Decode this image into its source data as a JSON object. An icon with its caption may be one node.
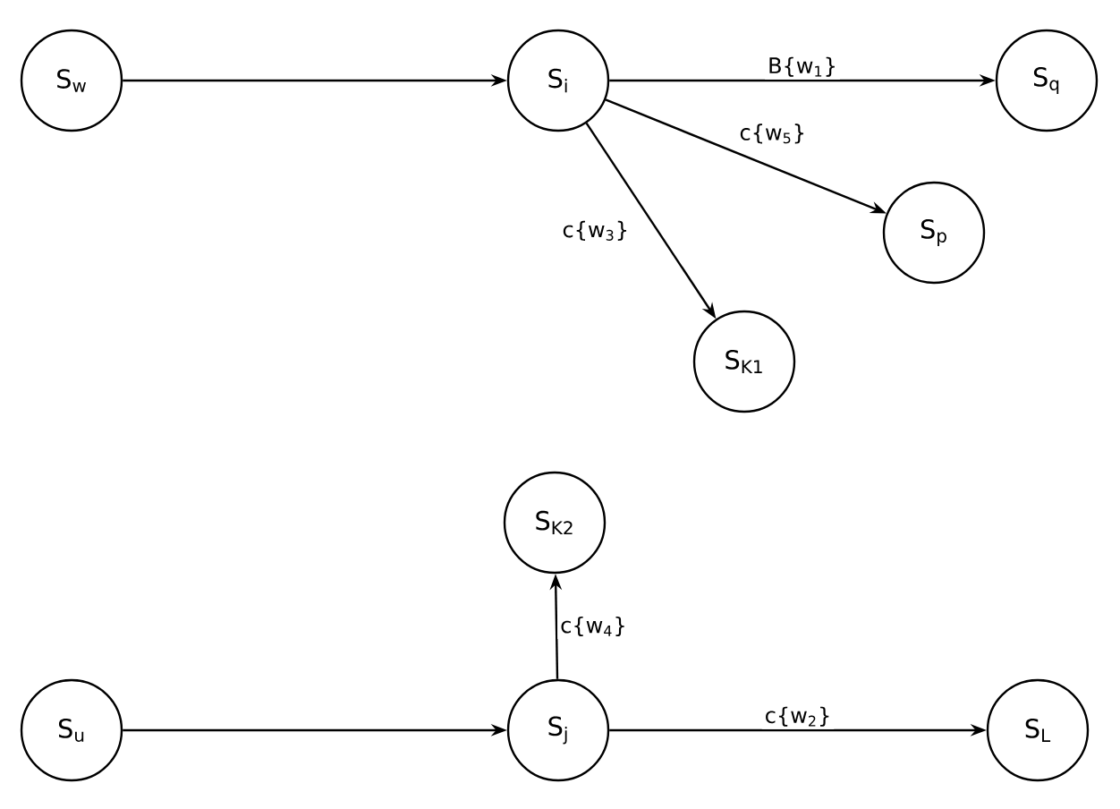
{
  "diagram": {
    "nodes": [
      {
        "text": [
          "S$_{w}$"
        ]
      },
      {
        "text": [
          "S$_{i}$"
        ]
      },
      {
        "text": [
          "S$_{q}$"
        ]
      },
      {
        "text": [
          "S$_{p}$"
        ]
      },
      {
        "text": [
          "S$_{K1}$"
        ]
      },
      {
        "text": [
          "S$_{K2}$"
        ]
      },
      {
        "text": [
          "S$_{u}$"
        ]
      },
      {
        "text": [
          "S$_{j}$"
        ]
      },
      {
        "text": [
          "S$_{L}$"
        ]
      }
    ],
    "edges": [
      {
        "from": 0,
        "to": 1,
        "arrow": "to"
      },
      {
        "from": 1,
        "to": 2,
        "arrow": "to",
        "label": "B{w$_{1}$}"
      },
      {
        "from": 1,
        "to": 3,
        "arrow": "to",
        "label": "c{w$_{5}$}"
      },
      {
        "from": 1,
        "to": 4,
        "arrow": "to",
        "label": "c{w$_{3}$}"
      },
      {
        "from": 7,
        "to": 5,
        "arrow": "to",
        "label": "c{w$_{4}$}"
      },
      {
        "from": 6,
        "to": 7,
        "arrow": "to"
      },
      {
        "from": 7,
        "to": 8,
        "arrow": "to",
        "label": "c{w$_{2}$}"
      }
    ]
  }
}
